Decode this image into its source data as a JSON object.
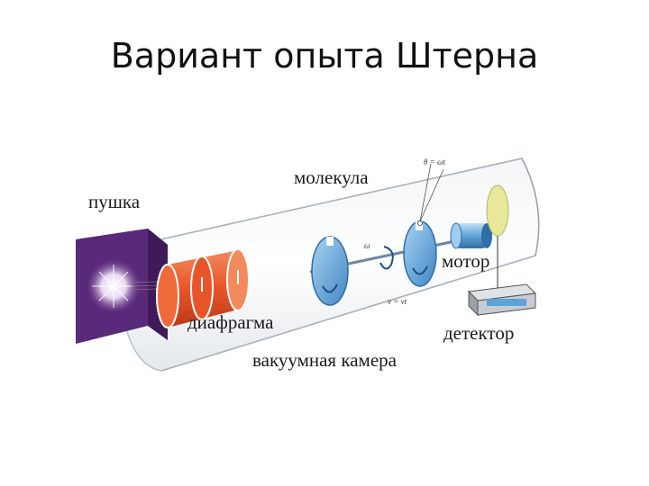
{
  "title": "Вариант опыта Штерна",
  "diagram": {
    "labels": {
      "gun": "пушка",
      "molecule": "молекула",
      "motor": "мотор",
      "diaphragm": "диафрагма",
      "detector": "детектор",
      "vacuum_chamber": "вакуумная камера"
    },
    "formulas": {
      "angle": "θ = ωt",
      "omega": "ω",
      "velocity": "v = vt"
    },
    "colors": {
      "gun_purple": "#5a2a7a",
      "diaphragm_orange": "#e8542a",
      "disk_blue": "#5fa3d6",
      "target_yellow": "#e9e89a"
    }
  }
}
